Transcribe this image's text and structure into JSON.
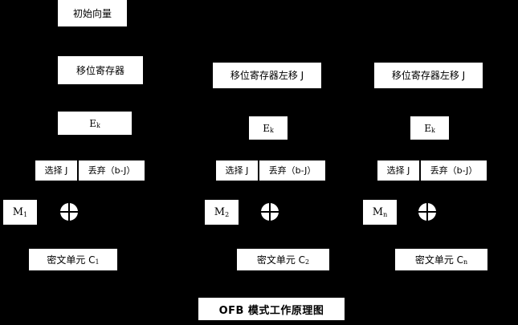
{
  "diagram": {
    "title": "OFB 模式工作原理图",
    "background_color": "#000000",
    "box_color": "#ffffff",
    "text_color": "#000000",
    "iv_label": "初始向量",
    "xor_icon": "circle-plus-icon",
    "columns": [
      {
        "id": "col-1",
        "shift_register": "移位寄存器",
        "cipher_function": "E",
        "cipher_function_sub": "k",
        "select_label": "选择 J",
        "discard_label": "丢弃（b-J）",
        "plaintext": "M",
        "plaintext_sub": "1",
        "ciphertext": "密文单元 C",
        "ciphertext_sub": "1"
      },
      {
        "id": "col-2",
        "shift_register": "移位寄存器左移 J",
        "cipher_function": "E",
        "cipher_function_sub": "k",
        "select_label": "选择 J",
        "discard_label": "丢弃（b-J）",
        "plaintext": "M",
        "plaintext_sub": "2",
        "ciphertext": "密文单元 C",
        "ciphertext_sub": "2"
      },
      {
        "id": "col-3",
        "shift_register": "移位寄存器左移 J",
        "cipher_function": "E",
        "cipher_function_sub": "k",
        "select_label": "选择 J",
        "discard_label": "丢弃（b-J）",
        "plaintext": "M",
        "plaintext_sub": "n",
        "ciphertext": "密文单元 C",
        "ciphertext_sub": "n"
      }
    ]
  }
}
